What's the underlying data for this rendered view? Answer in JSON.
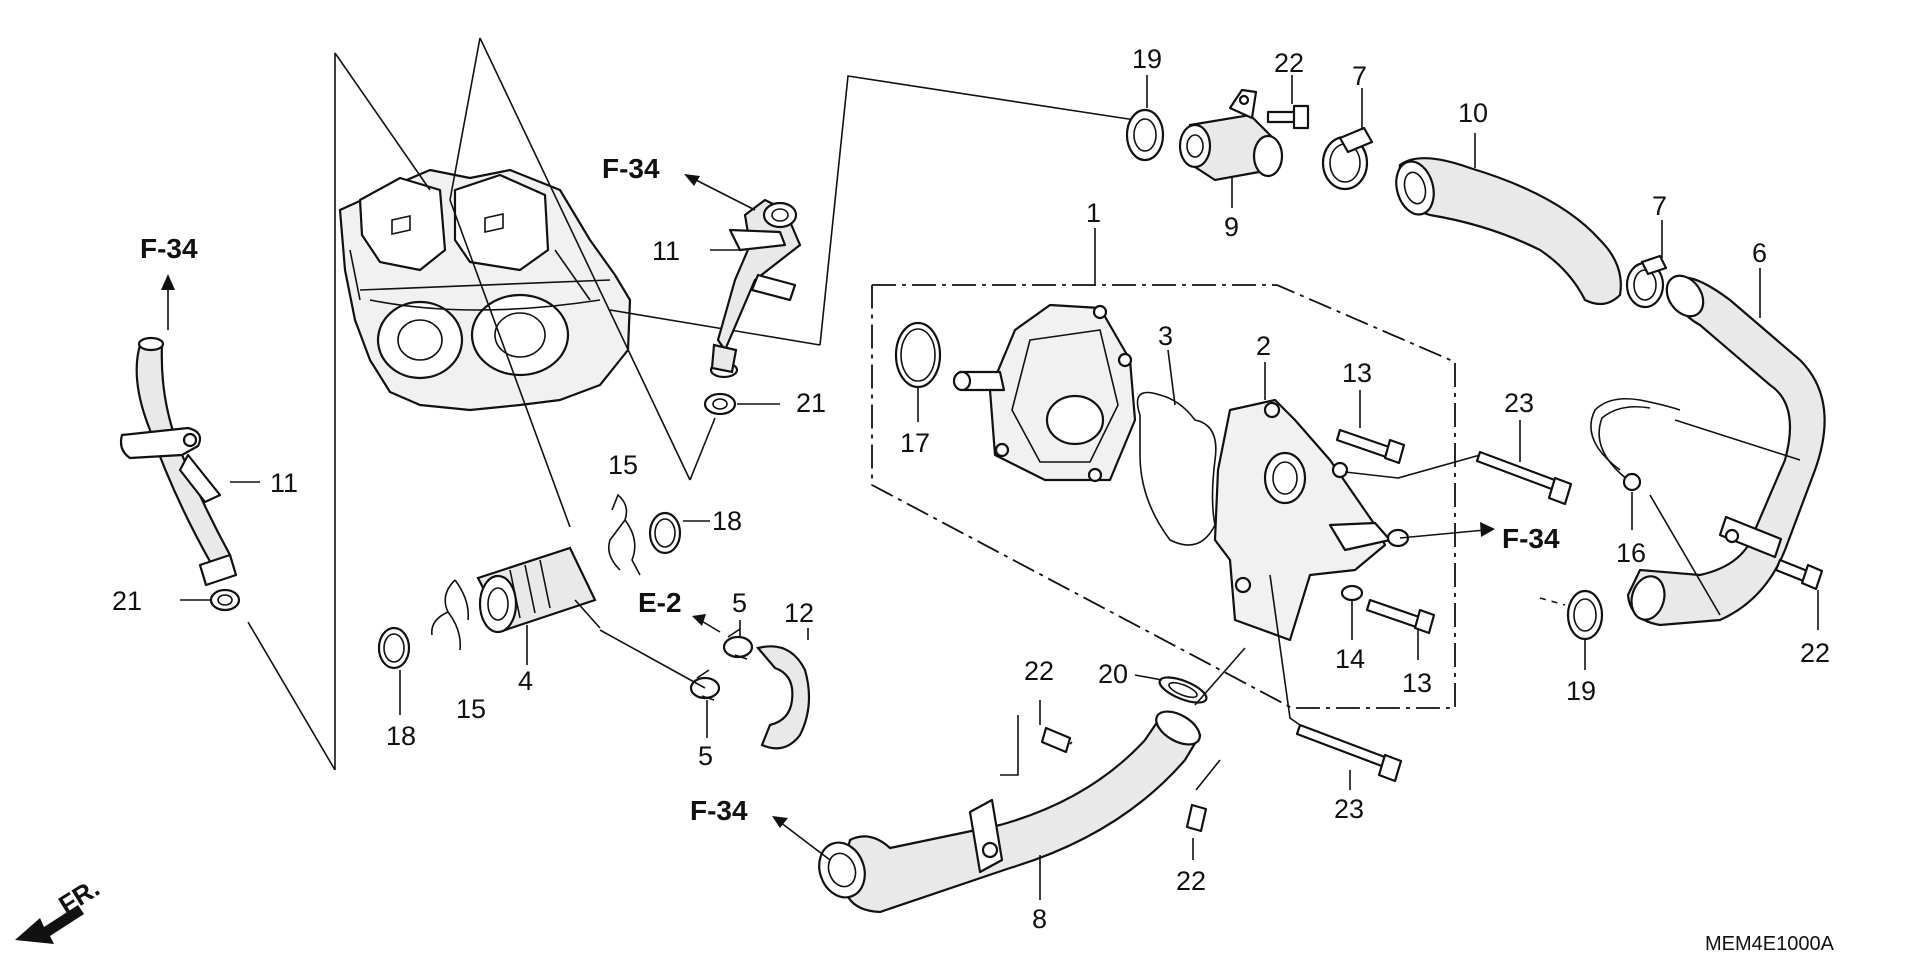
{
  "diagram": {
    "drawing_code": "MEM4E1000A",
    "front_label": "FR.",
    "callouts": [
      {
        "id": "c1",
        "label": "1"
      },
      {
        "id": "c2",
        "label": "2"
      },
      {
        "id": "c3",
        "label": "3"
      },
      {
        "id": "c4",
        "label": "4"
      },
      {
        "id": "c5a",
        "label": "5"
      },
      {
        "id": "c5b",
        "label": "5"
      },
      {
        "id": "c6",
        "label": "6"
      },
      {
        "id": "c7a",
        "label": "7"
      },
      {
        "id": "c7b",
        "label": "7"
      },
      {
        "id": "c8",
        "label": "8"
      },
      {
        "id": "c9",
        "label": "9"
      },
      {
        "id": "c10",
        "label": "10"
      },
      {
        "id": "c11a",
        "label": "11"
      },
      {
        "id": "c11b",
        "label": "11"
      },
      {
        "id": "c12",
        "label": "12"
      },
      {
        "id": "c13a",
        "label": "13"
      },
      {
        "id": "c13b",
        "label": "13"
      },
      {
        "id": "c14",
        "label": "14"
      },
      {
        "id": "c15a",
        "label": "15"
      },
      {
        "id": "c15b",
        "label": "15"
      },
      {
        "id": "c16",
        "label": "16"
      },
      {
        "id": "c17",
        "label": "17"
      },
      {
        "id": "c18a",
        "label": "18"
      },
      {
        "id": "c18b",
        "label": "18"
      },
      {
        "id": "c19a",
        "label": "19"
      },
      {
        "id": "c19b",
        "label": "19"
      },
      {
        "id": "c20",
        "label": "20"
      },
      {
        "id": "c21a",
        "label": "21"
      },
      {
        "id": "c21b",
        "label": "21"
      },
      {
        "id": "c22a",
        "label": "22"
      },
      {
        "id": "c22b",
        "label": "22"
      },
      {
        "id": "c22c",
        "label": "22"
      },
      {
        "id": "c22d",
        "label": "22"
      },
      {
        "id": "c23a",
        "label": "23"
      },
      {
        "id": "c23b",
        "label": "23"
      }
    ],
    "references": [
      {
        "id": "r1",
        "label": "F-34"
      },
      {
        "id": "r2",
        "label": "F-34"
      },
      {
        "id": "r3",
        "label": "F-34"
      },
      {
        "id": "r4",
        "label": "F-34"
      },
      {
        "id": "r5",
        "label": "E-2"
      }
    ]
  }
}
